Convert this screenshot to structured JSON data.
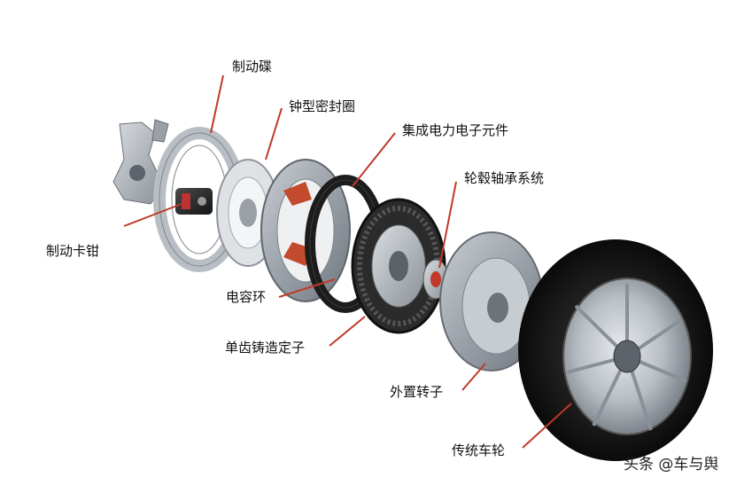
{
  "labels": {
    "brake_disc": "制动碟",
    "bell_seal": "钟型密封圈",
    "power_electronics": "集成电力电子元件",
    "hub_bearing": "轮毂轴承系统",
    "brake_caliper": "制动卡钳",
    "capacitor_ring": "电容环",
    "single_tooth_stator": "单齿铸造定子",
    "outer_rotor": "外置转子",
    "wheel": "传统车轮"
  },
  "watermark": "头条 @车与舆",
  "colors": {
    "leader_line": "#c0392b",
    "text": "#111111"
  }
}
